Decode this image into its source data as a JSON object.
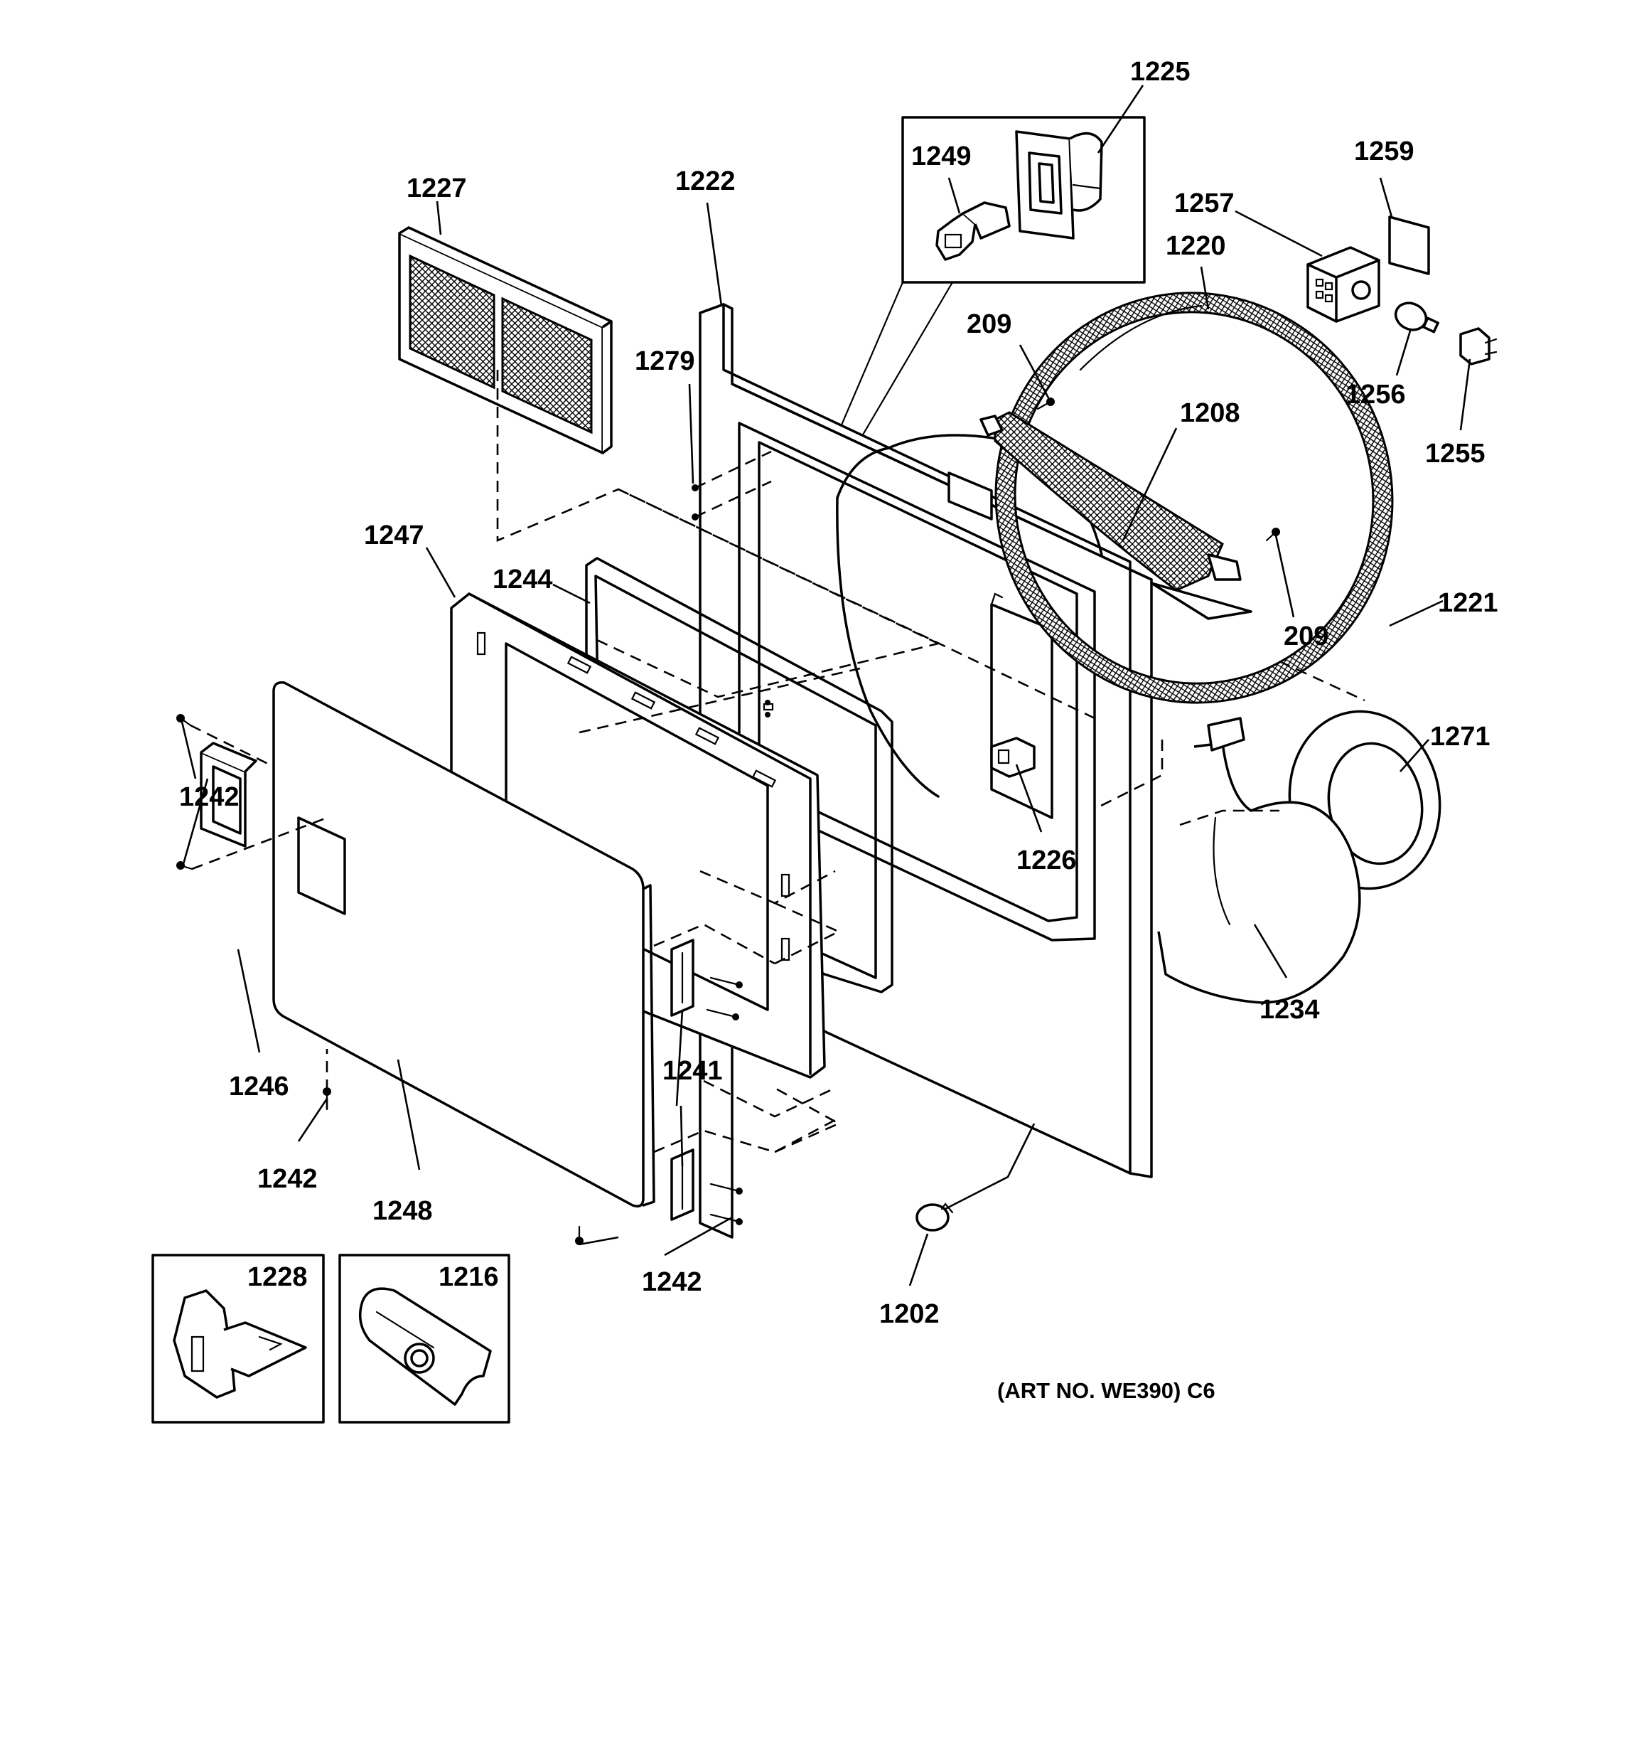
{
  "callouts": [
    {
      "id": "c1225",
      "text": "1225"
    },
    {
      "id": "c1249",
      "text": "1249"
    },
    {
      "id": "c1259",
      "text": "1259"
    },
    {
      "id": "c1257",
      "text": "1257"
    },
    {
      "id": "c1220",
      "text": "1220"
    },
    {
      "id": "c1227",
      "text": "1227"
    },
    {
      "id": "c1222",
      "text": "1222"
    },
    {
      "id": "c209a",
      "text": "209"
    },
    {
      "id": "c1279",
      "text": "1279"
    },
    {
      "id": "c1256",
      "text": "1256"
    },
    {
      "id": "c1255",
      "text": "1255"
    },
    {
      "id": "c1208",
      "text": "1208"
    },
    {
      "id": "c1247",
      "text": "1247"
    },
    {
      "id": "c1244",
      "text": "1244"
    },
    {
      "id": "c1221",
      "text": "1221"
    },
    {
      "id": "c209b",
      "text": "209"
    },
    {
      "id": "c1271",
      "text": "1271"
    },
    {
      "id": "c1242a",
      "text": "1242"
    },
    {
      "id": "c1226",
      "text": "1226"
    },
    {
      "id": "c1234",
      "text": "1234"
    },
    {
      "id": "c1241",
      "text": "1241"
    },
    {
      "id": "c1246",
      "text": "1246"
    },
    {
      "id": "c1242b",
      "text": "1242"
    },
    {
      "id": "c1248",
      "text": "1248"
    },
    {
      "id": "c1242c",
      "text": "1242"
    },
    {
      "id": "c1202",
      "text": "1202"
    },
    {
      "id": "c1228",
      "text": "1228"
    },
    {
      "id": "c1216",
      "text": "1216"
    }
  ],
  "art_number": "(ART NO. WE390) C6"
}
